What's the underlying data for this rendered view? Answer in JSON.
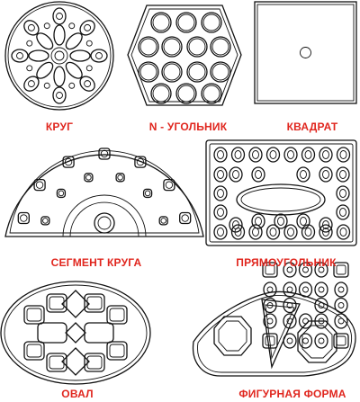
{
  "accent_color": "#e0261e",
  "line_color": "#111111",
  "shapes": [
    {
      "id": "circle",
      "label": "КРУГ"
    },
    {
      "id": "ngon",
      "label": "N - УГОЛЬНИК"
    },
    {
      "id": "square",
      "label": "КВАДРАТ"
    },
    {
      "id": "segment",
      "label": "СЕГМЕНТ КРУГА"
    },
    {
      "id": "rectangle",
      "label": "ПРЯМОУГОЛЬНИК"
    },
    {
      "id": "oval",
      "label": "ОВАЛ"
    },
    {
      "id": "figure",
      "label": "ФИГУРНАЯ ФОРМА"
    }
  ]
}
